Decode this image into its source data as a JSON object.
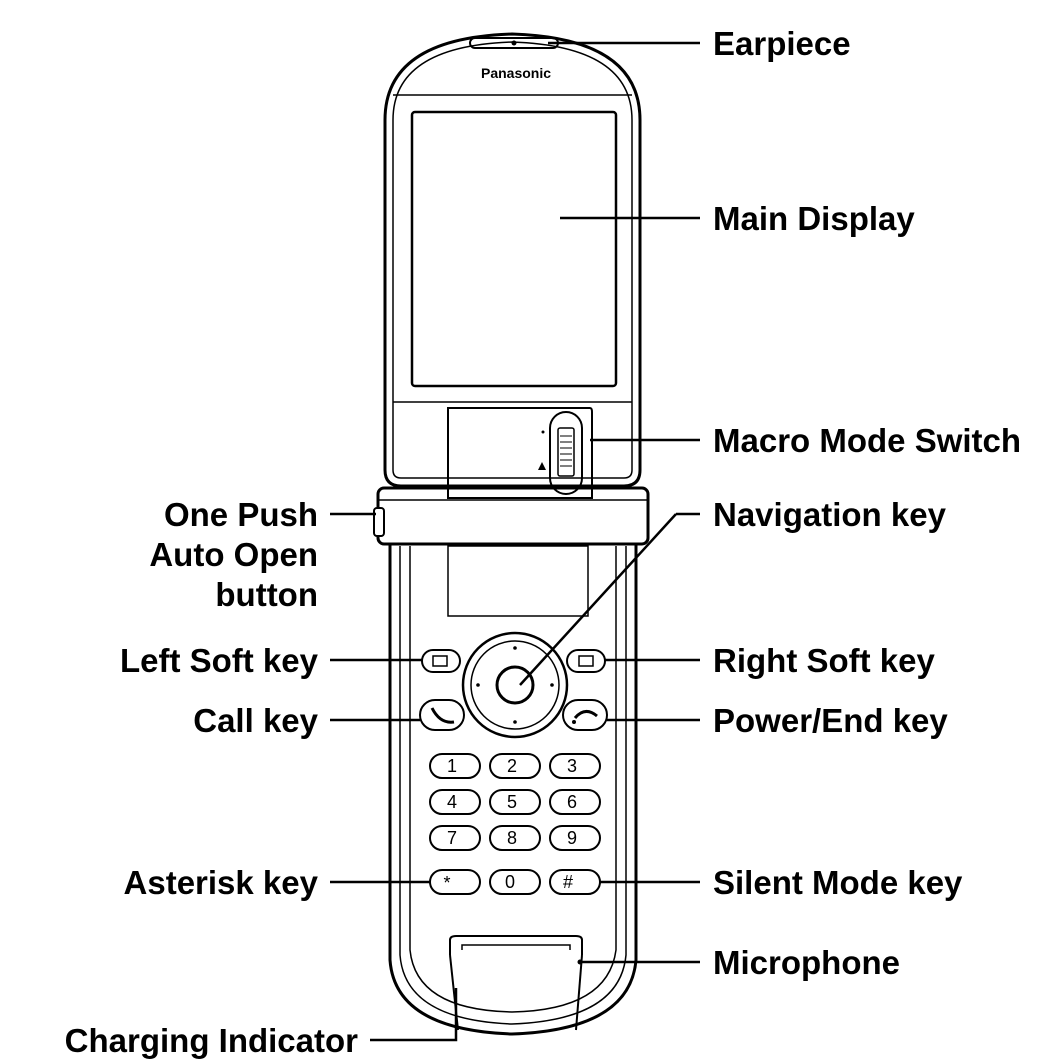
{
  "brand": "Panasonic",
  "labels": {
    "earpiece": "Earpiece",
    "main_display": "Main Display",
    "macro_mode_switch": "Macro Mode Switch",
    "navigation_key": "Navigation key",
    "one_push_line1": "One Push",
    "one_push_line2": "Auto Open",
    "one_push_line3": "button",
    "left_soft_key": "Left Soft key",
    "right_soft_key": "Right Soft key",
    "call_key": "Call key",
    "power_end_key": "Power/End key",
    "asterisk_key": "Asterisk key",
    "silent_mode_key": "Silent Mode key",
    "microphone": "Microphone",
    "charging_indicator": "Charging Indicator"
  },
  "keypad": {
    "k1": "1",
    "k2": "2",
    "k3": "3",
    "k4": "4",
    "k5": "5",
    "k6": "6",
    "k7": "7",
    "k8": "8",
    "k9": "9",
    "kstar": "*",
    "k0": "0",
    "khash": "#"
  }
}
